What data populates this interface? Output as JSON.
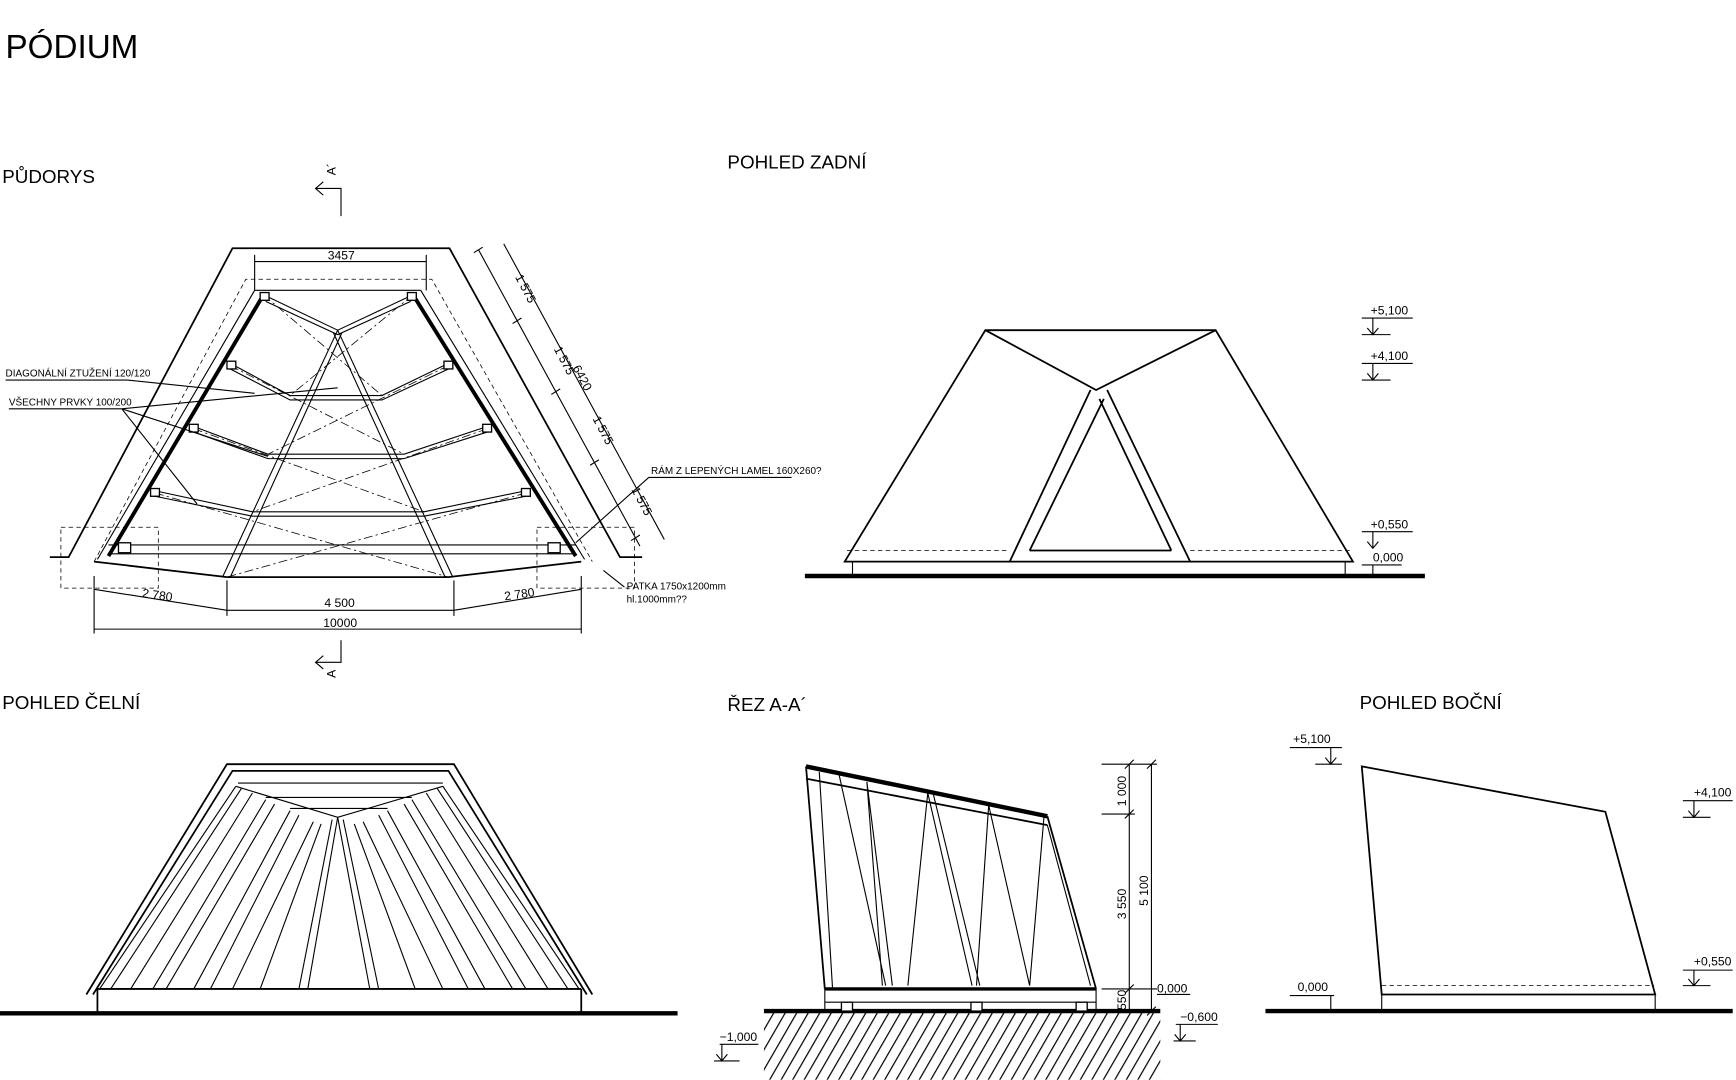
{
  "title": "PÓDIUM",
  "views": {
    "plan": "PŮDORYS",
    "rear": "POHLED ZADNÍ",
    "front": "POHLED ČELNÍ",
    "section": "ŘEZ A-A´",
    "side": "POHLED BOČNÍ"
  },
  "section_marks": {
    "top": "A´",
    "bottom": "A"
  },
  "plan": {
    "dims": {
      "top": "3457",
      "side_segments": [
        "1 575",
        "1 575",
        "1 575",
        "1 575"
      ],
      "side_total": "6420",
      "bottom_left": "2 780",
      "bottom_mid": "4 500",
      "bottom_right": "2 780",
      "total": "10000"
    },
    "annotations": {
      "bracing": "DIAGONÁLNÍ ZTUŽENÍ 120/120",
      "members": "VŠECHNY PRVKY 100/200",
      "frame": "RÁM Z LEPENÝCH LAMEL 160X260?",
      "footing_1": "PATKA 1750x1200mm",
      "footing_2": "hl.1000mm??"
    }
  },
  "rear": {
    "levels": [
      "+5,100",
      "+4,100",
      "+0,550",
      "0,000"
    ]
  },
  "section": {
    "dims": [
      "1 000",
      "3 550",
      "5 100",
      "550"
    ],
    "levels": {
      "zero": "0,000",
      "minus_600": "−0,600",
      "minus_1000": "−1,000"
    }
  },
  "side": {
    "levels": {
      "top": "+5,100",
      "upper": "+4,100",
      "low": "+0,550",
      "zero": "0,000"
    }
  }
}
